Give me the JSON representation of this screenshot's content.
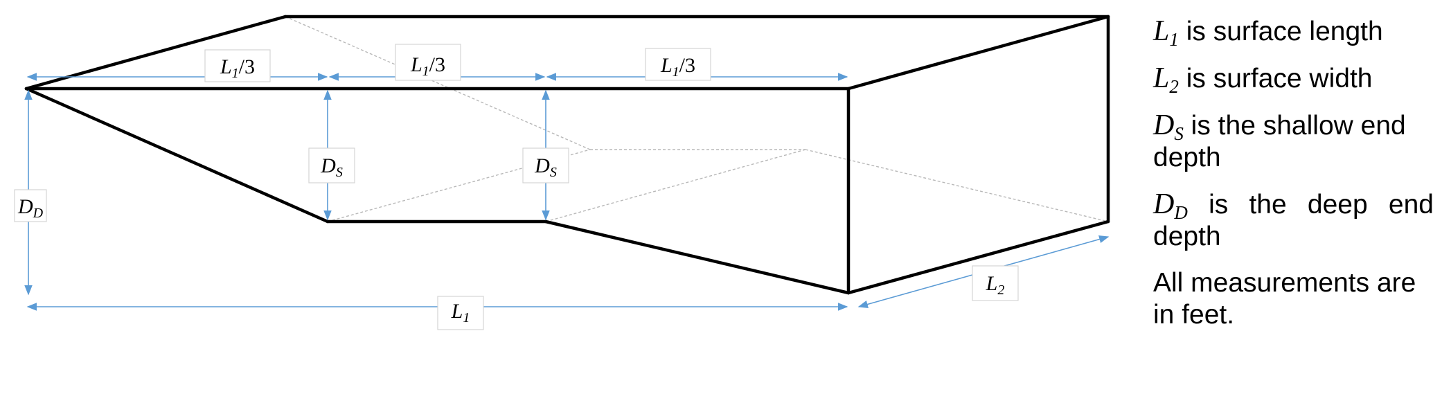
{
  "labels": {
    "segment_top_1": {
      "symbol": "L",
      "sub": "1",
      "suffix": "/3"
    },
    "segment_top_2": {
      "symbol": "L",
      "sub": "1",
      "suffix": "/3"
    },
    "segment_top_3": {
      "symbol": "L",
      "sub": "1",
      "suffix": "/3"
    },
    "shallow_depth_left": {
      "symbol": "D",
      "sub": "S"
    },
    "shallow_depth_right": {
      "symbol": "D",
      "sub": "S"
    },
    "deep_depth": {
      "symbol": "D",
      "sub": "D"
    },
    "surface_length": {
      "symbol": "L",
      "sub": "1"
    },
    "surface_width": {
      "symbol": "L",
      "sub": "2"
    }
  },
  "legend": [
    {
      "symbol": "L",
      "sub": "1",
      "text": " is surface length"
    },
    {
      "symbol": "L",
      "sub": "2",
      "text": " is surface width"
    },
    {
      "symbol": "D",
      "sub": "S",
      "text": " is the shallow end depth"
    },
    {
      "symbol": "D",
      "sub": "D",
      "text": " is the deep end depth"
    },
    {
      "symbol": "",
      "sub": "",
      "text": "All measurements are in feet."
    }
  ],
  "colors": {
    "edges": "#000000",
    "dimension_lines": "#5b9bd5",
    "hidden_edges": "#b8b8b8"
  }
}
